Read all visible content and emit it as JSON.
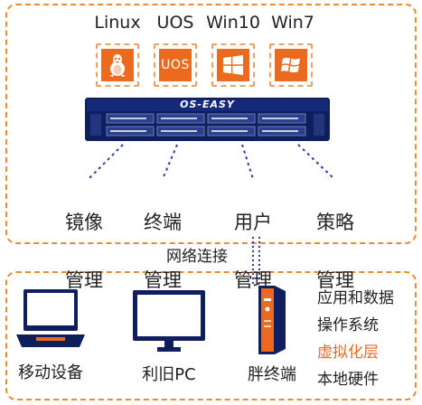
{
  "os": [
    {
      "label": "Linux",
      "icon": "linux-penguin-icon"
    },
    {
      "label": "UOS",
      "icon": "uos-logo-icon",
      "logo_text": "UOS"
    },
    {
      "label": "Win10",
      "icon": "windows10-logo-icon"
    },
    {
      "label": "Win7",
      "icon": "windows7-logo-icon"
    }
  ],
  "server": {
    "brand": "OS-EASY",
    "icon": "rack-server-icon"
  },
  "management": [
    {
      "line1": "镜像",
      "line2": "管理"
    },
    {
      "line1": "终端",
      "line2": "管理"
    },
    {
      "line1": "用户",
      "line2": "管理"
    },
    {
      "line1": "策略",
      "line2": "管理"
    }
  ],
  "network_label": "网络连接",
  "devices": [
    {
      "label": "移动设备",
      "icon": "laptop-icon"
    },
    {
      "label": "利旧PC",
      "icon": "monitor-icon"
    },
    {
      "label": "胖终端",
      "icon": "fat-terminal-icon"
    }
  ],
  "layers": [
    {
      "label": "应用和数据",
      "highlight": false
    },
    {
      "label": "操作系统",
      "highlight": false
    },
    {
      "label": "虚拟化层",
      "highlight": true
    },
    {
      "label": "本地硬件",
      "highlight": false
    }
  ],
  "colors": {
    "accent": "#ec6a1e",
    "dash_border": "#f08a2f",
    "server_navy": "#0f1f5e",
    "connector_blue": "#2b3c9a",
    "text": "#222222"
  }
}
